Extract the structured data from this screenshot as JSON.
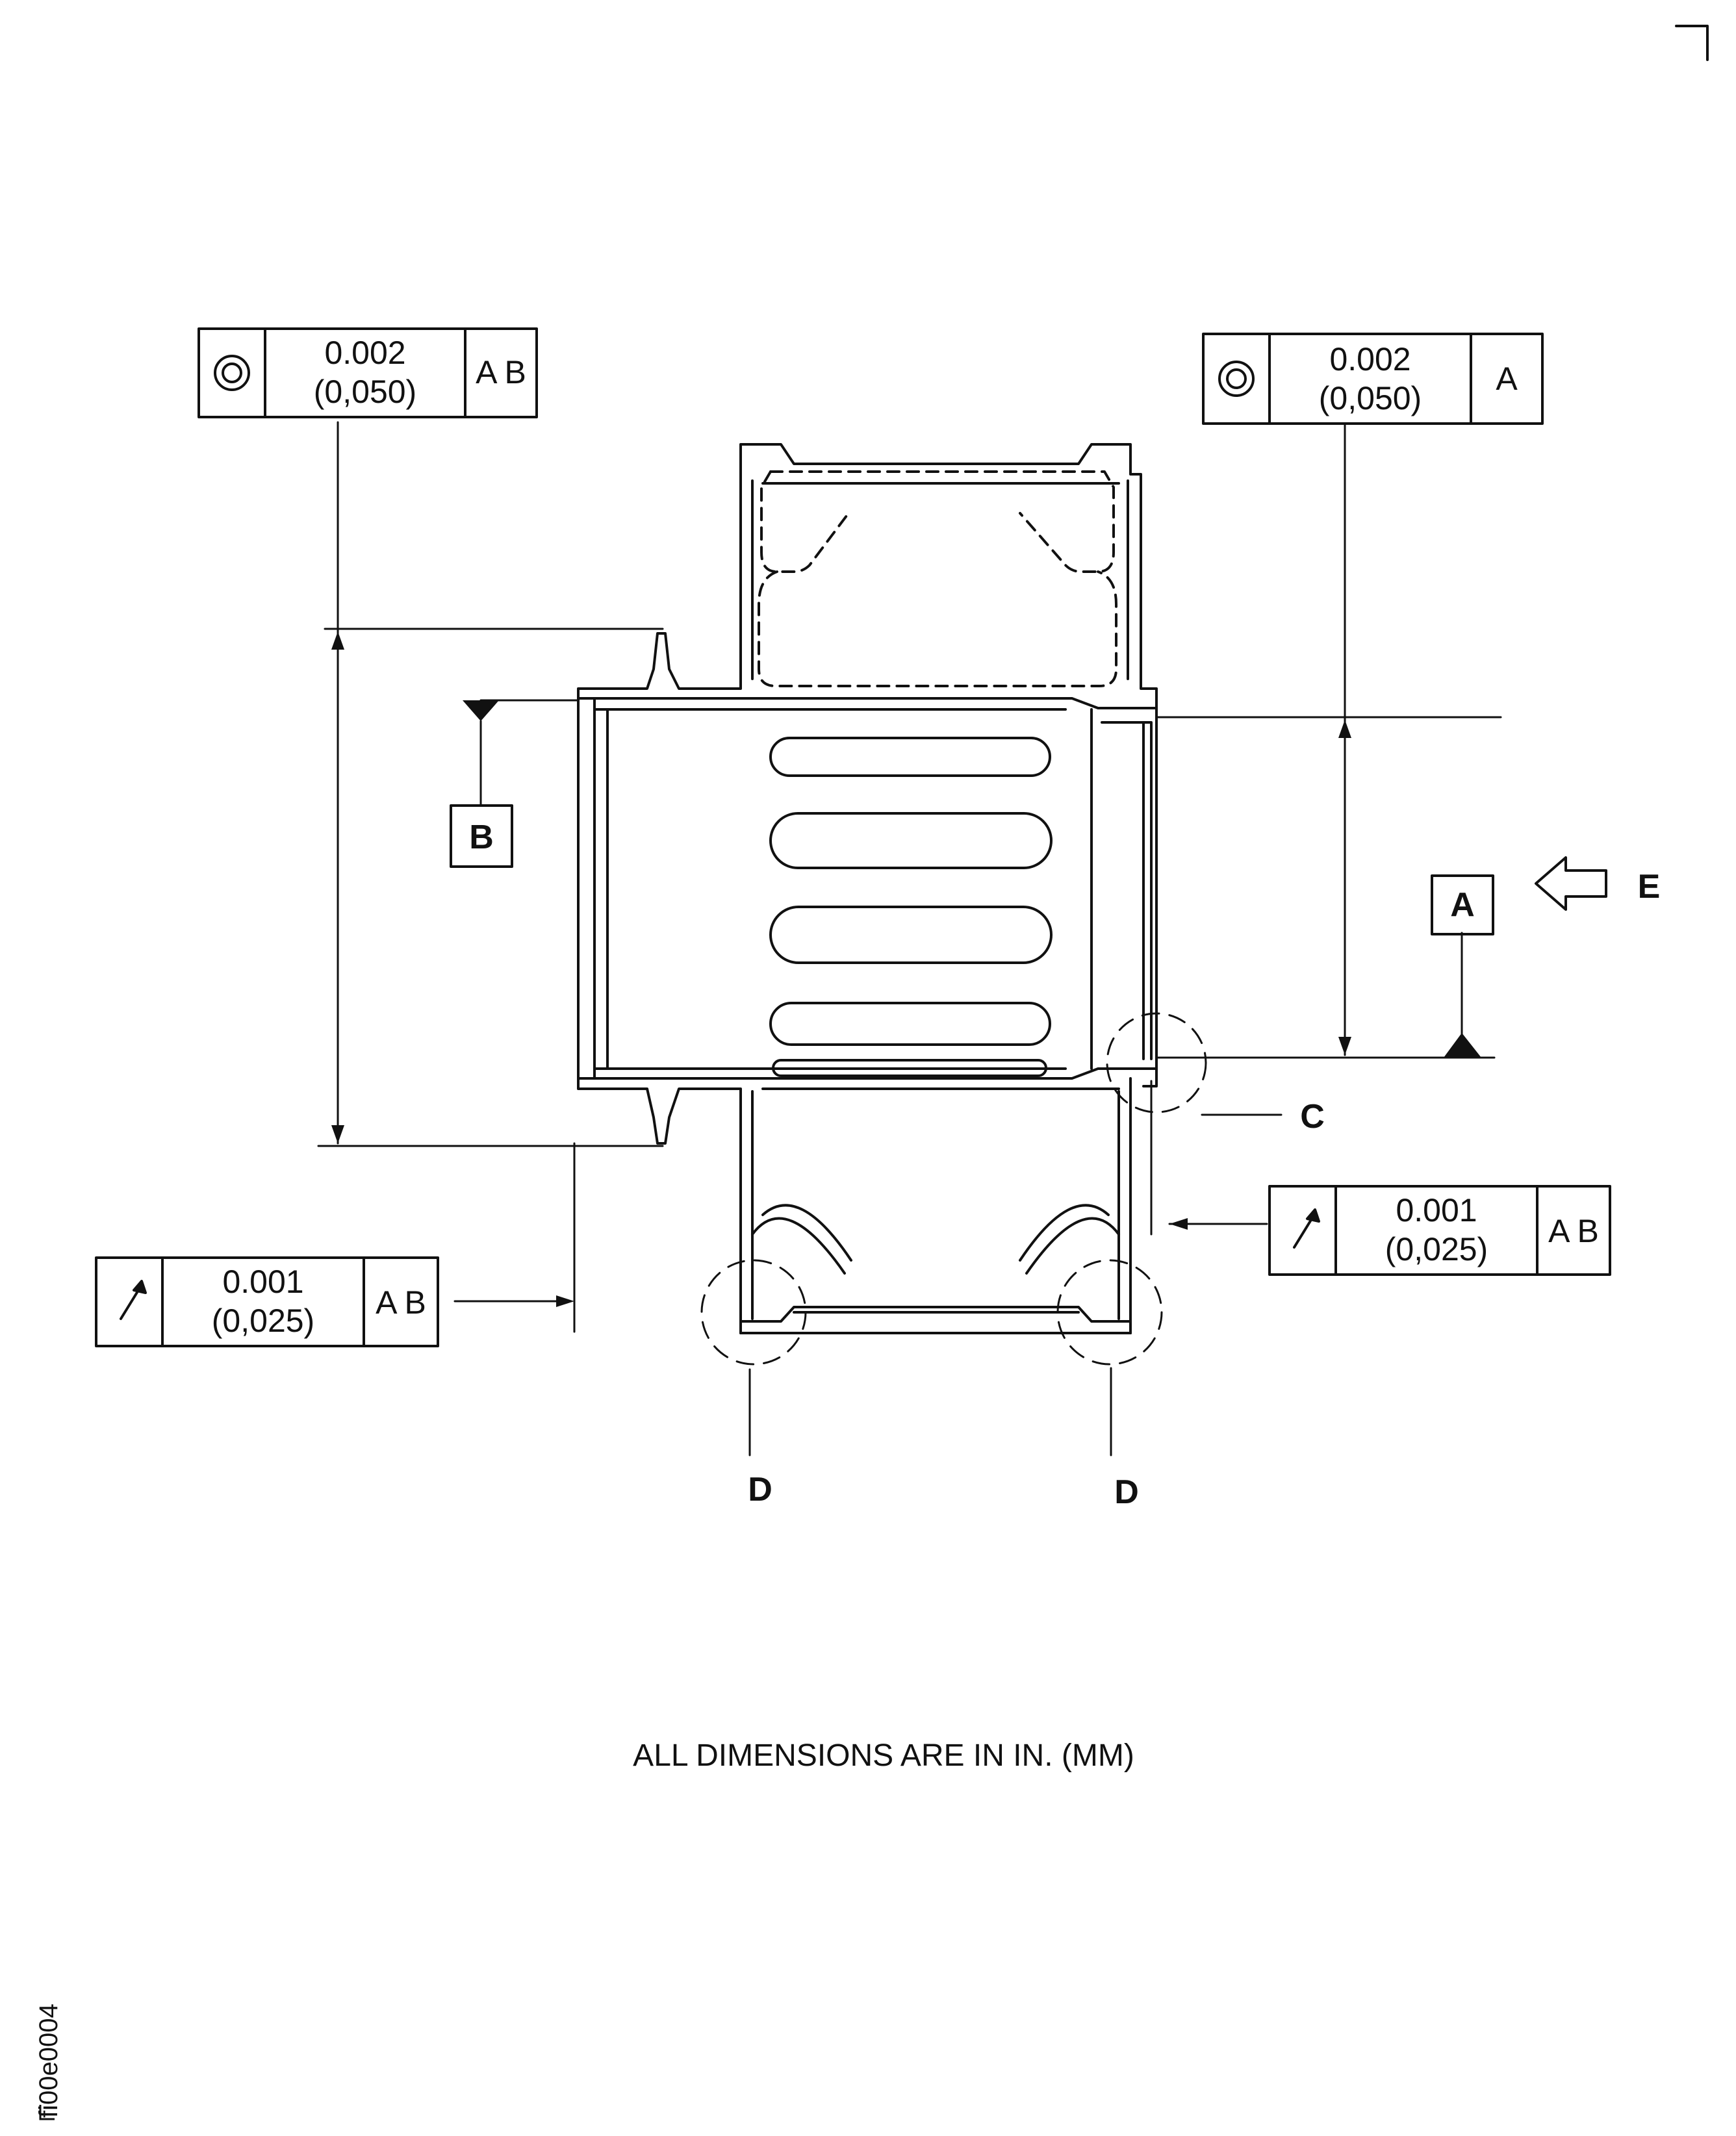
{
  "fcf_top_left": {
    "symbol": "concentricity-icon",
    "value": "0.002",
    "value_mm": "(0,050)",
    "datums": "A B"
  },
  "fcf_top_right": {
    "symbol": "concentricity-icon",
    "value": "0.002",
    "value_mm": "(0,050)",
    "datums": "A"
  },
  "fcf_left": {
    "symbol": "runout-icon",
    "value": "0.001",
    "value_mm": "(0,025)",
    "datums": "A B"
  },
  "fcf_right": {
    "symbol": "runout-icon",
    "value": "0.001",
    "value_mm": "(0,025)",
    "datums": "A B"
  },
  "datums": {
    "b": "B",
    "a": "A"
  },
  "labels": {
    "c": "C",
    "d_left": "D",
    "d_right": "D",
    "e": "E"
  },
  "footer_note": "ALL DIMENSIONS ARE IN IN. (MM)",
  "figure_id": "fi00e0004",
  "colors": {
    "ink": "#111111",
    "paper": "#ffffff"
  }
}
